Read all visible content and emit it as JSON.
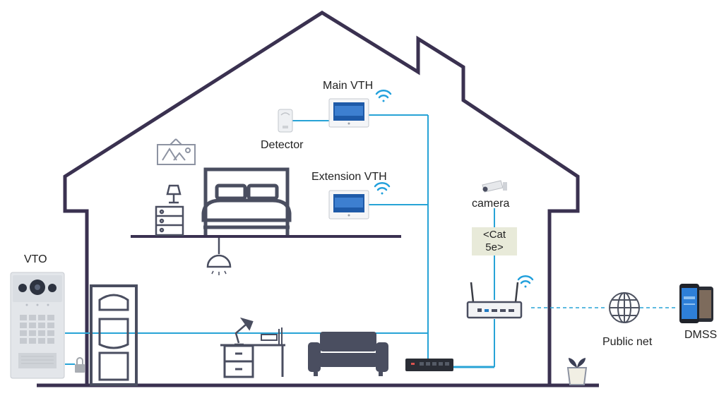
{
  "labels": {
    "main_vth": "Main VTH",
    "detector": "Detector",
    "extension_vth": "Extension VTH",
    "camera": "camera",
    "cable_line1": "<Cat",
    "cable_line2": "5e>",
    "vto": "VTO",
    "public_net": "Public net",
    "dmss": "DMSS"
  },
  "colors": {
    "house_outline": "#3a3150",
    "network_line": "#27a3d6",
    "wireless_link": "#27a3d6",
    "wifi": "#22a0dc",
    "furniture": "#4a4e60"
  },
  "icons": [
    "vto-panel-icon",
    "lock-icon",
    "door-icon",
    "detector-icon",
    "main-vth-monitor-icon",
    "extension-vth-monitor-icon",
    "wifi-icon",
    "picture-frame-icon",
    "bed-icon",
    "nightstand-icon",
    "table-lamp-icon",
    "ceiling-lamp-icon",
    "camera-icon",
    "router-icon",
    "switch-icon",
    "desk-icon",
    "desk-lamp-icon",
    "books-icon",
    "sofa-icon",
    "plant-icon",
    "globe-icon",
    "smartphone-icon"
  ]
}
